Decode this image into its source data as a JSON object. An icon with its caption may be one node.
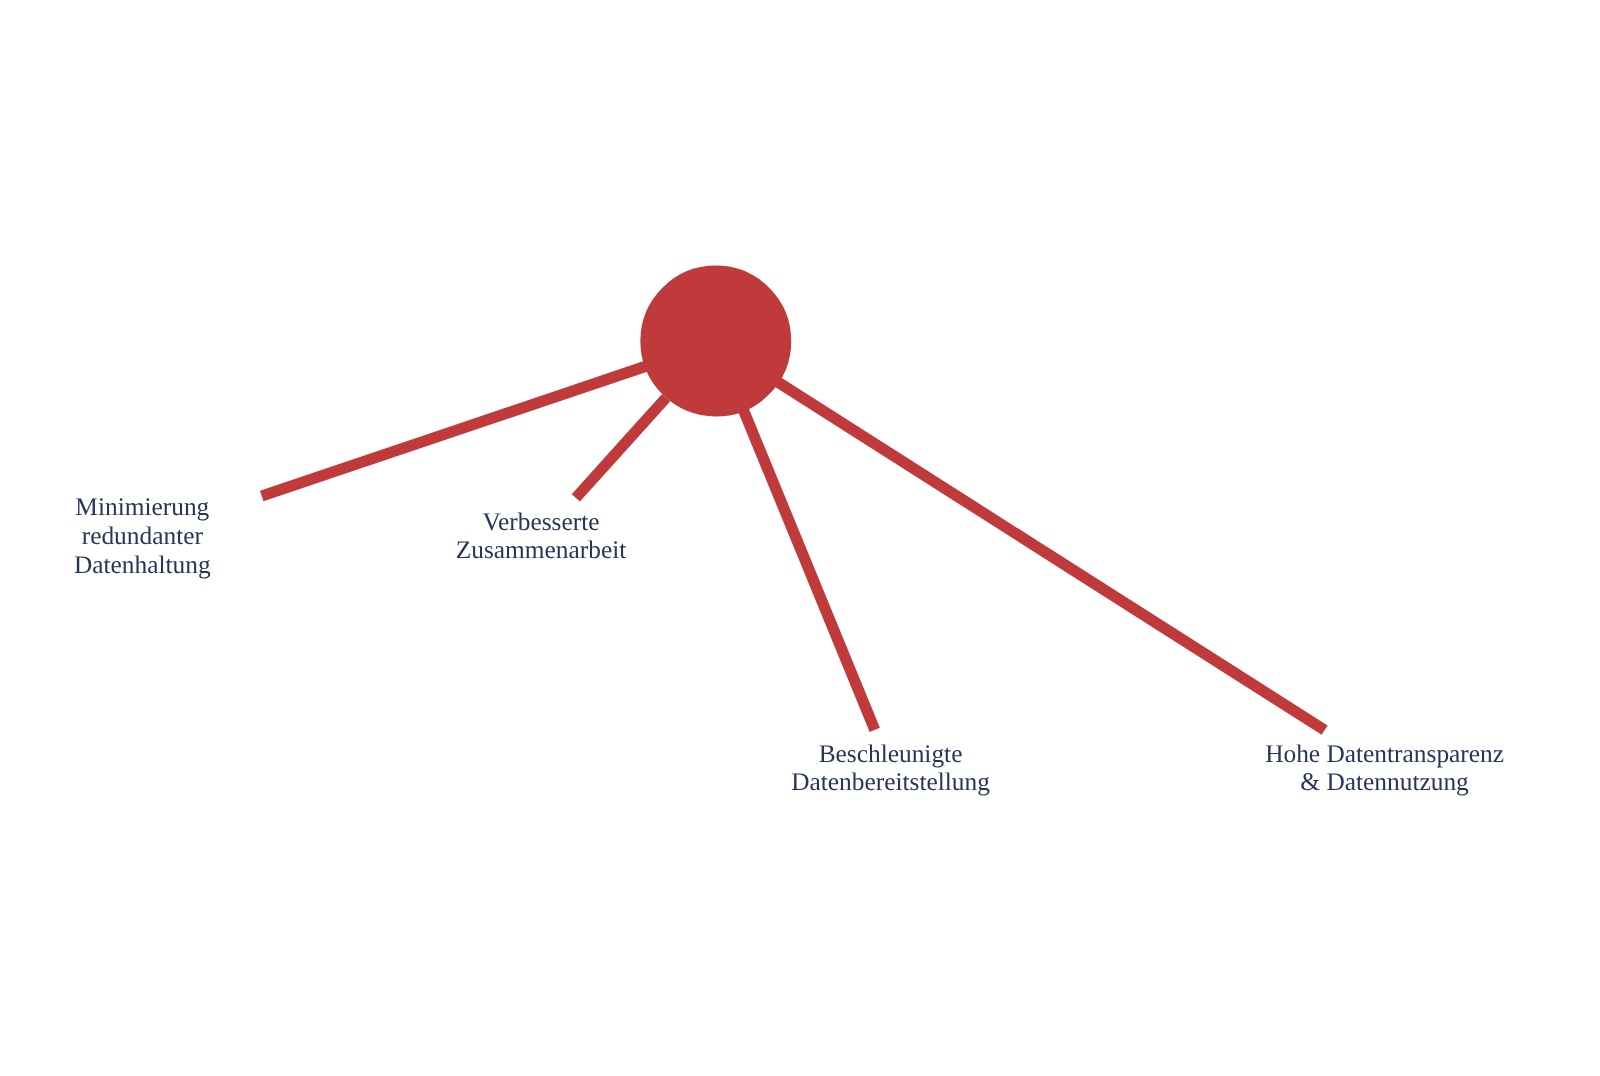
{
  "diagram": {
    "nodes": [
      {
        "text": [],
        "shape": "circle"
      },
      {
        "text": [
          "Minimierung redundanter Datenhaltung"
        ]
      },
      {
        "text": [
          "Verbesserte Zusammenarbeit"
        ]
      },
      {
        "text": [
          "Beschleunigte Datenbereitstellung"
        ]
      },
      {
        "text": [
          "Hohe Datentransparenz & Datennutzung"
        ]
      }
    ],
    "edges": [
      {
        "from": 0,
        "to": 1,
        "arrow": "none"
      },
      {
        "from": 0,
        "to": 2,
        "arrow": "none"
      },
      {
        "from": 0,
        "to": 3,
        "arrow": "none"
      },
      {
        "from": 0,
        "to": 4,
        "arrow": "none"
      }
    ]
  }
}
